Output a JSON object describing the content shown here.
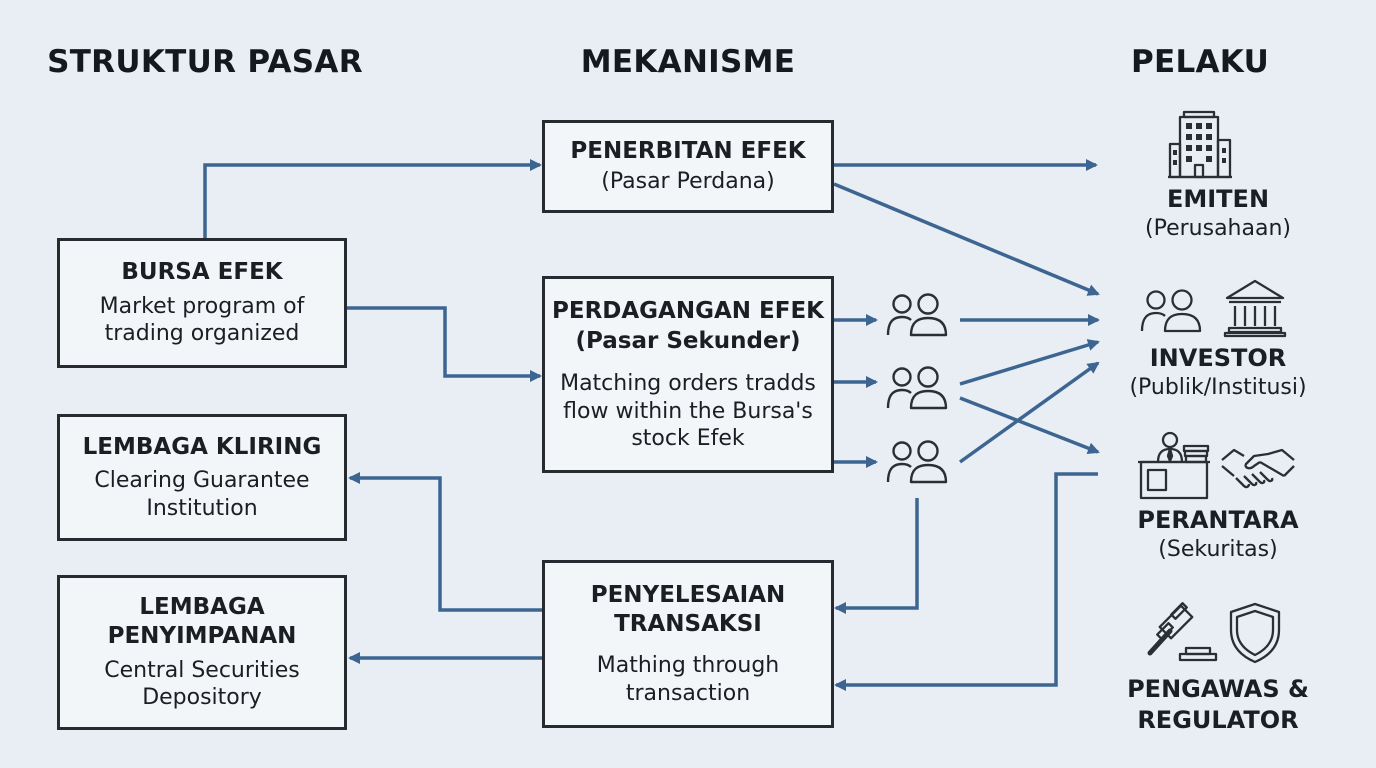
{
  "headings": {
    "struktur": "STRUKTUR PASAR",
    "mekanisme": "MEKANISME",
    "pelaku": "PELAKU"
  },
  "struktur": {
    "bursa": {
      "title": "BURSA EFEK",
      "desc": "Market program of trading organized"
    },
    "kliring": {
      "title": "LEMBAGA KLIRING",
      "desc": "Clearing Guarantee Institution"
    },
    "penyimpanan": {
      "title": "LEMBAGA PENYIMPANAN",
      "desc": "Central Securities Depository"
    }
  },
  "mekanisme": {
    "penerbitan": {
      "title": "PENERBITAN EFEK",
      "sub": "(Pasar Perdana)"
    },
    "perdagangan": {
      "title": "PERDAGANGAN EFEK",
      "sub": "(Pasar Sekunder)",
      "desc": "Matching orders tradds flow within the Bursa's stock Efek"
    },
    "penyelesaian": {
      "title": "PENYELESAIAN TRANSAKSI",
      "desc": "Mathing through transaction"
    }
  },
  "pelaku": {
    "emiten": {
      "name": "EMITEN",
      "detail": "(Perusahaan)"
    },
    "investor": {
      "name": "INVESTOR",
      "detail": "(Publik/Institusi)"
    },
    "perantara": {
      "name": "PERANTARA",
      "detail": "(Sekuritas)"
    },
    "pengawas": {
      "name": "PENGAWAS & REGULATOR"
    }
  },
  "colors": {
    "arrow": "#3d6591",
    "box_border": "#262b31",
    "icon": "#2a2f36",
    "background": "#e9eef4"
  }
}
